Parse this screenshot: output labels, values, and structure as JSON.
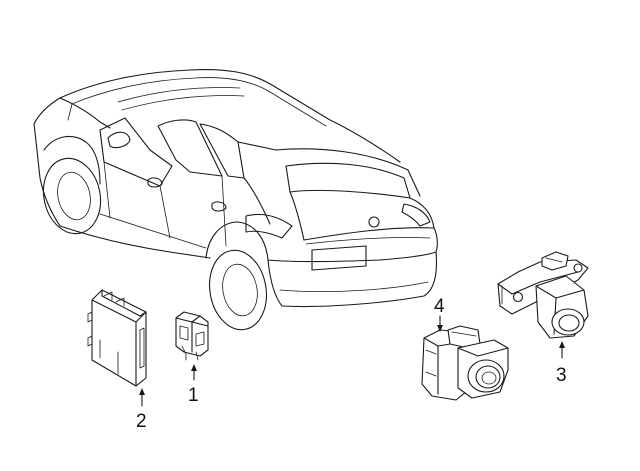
{
  "callouts": [
    {
      "id": "1",
      "label": "1"
    },
    {
      "id": "2",
      "label": "2"
    },
    {
      "id": "3",
      "label": "3"
    },
    {
      "id": "4",
      "label": "4"
    }
  ],
  "icons": [
    "vehicle-illustration",
    "control-module-part",
    "connector-part",
    "camera-part",
    "parking-sensor-part"
  ]
}
